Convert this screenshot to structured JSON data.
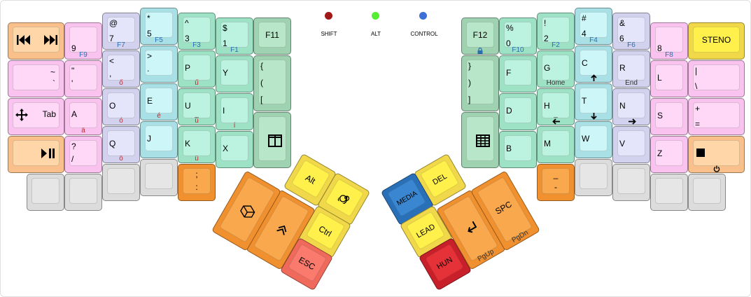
{
  "leds": [
    {
      "label": "SHIFT",
      "color": "#a01818"
    },
    {
      "label": "ALT",
      "color": "#55ee33"
    },
    {
      "label": "CONTROL",
      "color": "#3c6fd8"
    }
  ],
  "colors": {
    "orange": "#ffd6a8",
    "orange_dark": "#f9a84d",
    "pink": "#ffd8f8",
    "lavender": "#e4e4fa",
    "cyan": "#cdf6f8",
    "green": "#bcf3e0",
    "green_dark": "#b8e6c8",
    "grey": "#e6e6e6",
    "yellow": "#fff04c",
    "red": "#e53238",
    "salmon": "#fa7b6e",
    "blue": "#3a86d0",
    "thumb_orange": "#f9a84d"
  },
  "keys": {
    "l_media": {
      "icons": [
        "prev-track-icon",
        "next-track-icon"
      ]
    },
    "l_tilde": {
      "top": "~",
      "bottom": "`"
    },
    "l_tab": {
      "label": "Tab",
      "icon": "move-icon"
    },
    "l_play": {
      "icon": "play-pause-icon"
    },
    "l_9": {
      "main": "9",
      "sub": "F9"
    },
    "l_quote": {
      "top": "\"",
      "bottom": "'"
    },
    "l_a": {
      "main": "A",
      "sub": "ä"
    },
    "l_slash": {
      "top": "?",
      "bottom": "/"
    },
    "l_at": {
      "top": "@",
      "bottom": "7",
      "sub": "F7"
    },
    "l_lt": {
      "top": "<",
      "bottom": ",",
      "sub": "ő"
    },
    "l_o": {
      "main": "O",
      "sub": "ó"
    },
    "l_q": {
      "main": "Q",
      "sub": "ö"
    },
    "l_star": {
      "top": "*",
      "bottom": "5",
      "sub": "F5"
    },
    "l_gt": {
      "top": ">",
      "bottom": "."
    },
    "l_e": {
      "main": "E",
      "sub": "é"
    },
    "l_j": {
      "main": "J"
    },
    "l_caret": {
      "top": "^",
      "bottom": "3",
      "sub": "F3"
    },
    "l_p": {
      "main": "P",
      "sub": "ű"
    },
    "l_u": {
      "main": "U",
      "sub": "ú",
      "sub2": "_"
    },
    "l_k": {
      "main": "K",
      "sub": "ü"
    },
    "l_colon": {
      "top": ";",
      "bottom": ":"
    },
    "l_dollar": {
      "top": "$",
      "bottom": "1",
      "sub": "F1"
    },
    "l_y": {
      "main": "Y"
    },
    "l_i": {
      "main": "I",
      "sub": "í"
    },
    "l_x": {
      "main": "X"
    },
    "l_f11": {
      "main": "F11"
    },
    "l_brace": {
      "lines": [
        "{",
        "(",
        "["
      ]
    },
    "l_split": {
      "icon": "split-window-icon"
    },
    "r_f12": {
      "main": "F12",
      "icon": "lock-icon"
    },
    "r_brace": {
      "lines": [
        "}",
        ")",
        "]"
      ]
    },
    "r_grid": {
      "icon": "table-icon"
    },
    "r_pct": {
      "top": "%",
      "bottom": "0",
      "sub": "F10"
    },
    "r_f": {
      "main": "F"
    },
    "r_d": {
      "main": "D"
    },
    "r_b": {
      "main": "B"
    },
    "r_excl": {
      "top": "!",
      "bottom": "2",
      "sub": "F2"
    },
    "r_g": {
      "main": "G",
      "sub": "Home"
    },
    "r_h": {
      "main": "H",
      "sub": "_"
    },
    "r_m": {
      "main": "M"
    },
    "r_dash": {
      "top": "_",
      "bottom": "-"
    },
    "r_hash": {
      "top": "#",
      "bottom": "4",
      "sub": "F4"
    },
    "r_c": {
      "main": "C"
    },
    "r_t": {
      "main": "T"
    },
    "r_w": {
      "main": "W"
    },
    "r_amp": {
      "top": "&",
      "bottom": "6",
      "sub": "F6"
    },
    "r_r": {
      "main": "R",
      "sub": "End"
    },
    "r_n": {
      "main": "N"
    },
    "r_v": {
      "main": "V"
    },
    "r_8": {
      "main": "8",
      "sub": "F8"
    },
    "r_l": {
      "main": "L"
    },
    "r_s": {
      "main": "S"
    },
    "r_z": {
      "main": "Z"
    },
    "r_steno": {
      "main": "STENO"
    },
    "r_pipe": {
      "top": "|",
      "bottom": "\\"
    },
    "r_plus": {
      "top": "+",
      "bottom": "="
    },
    "r_stop": {
      "icon": "stop-icon",
      "icon2": "power-icon"
    }
  },
  "thumbs": {
    "alt": "Alt",
    "ctrl": "Ctrl",
    "esc": "ESC",
    "media": "MEDIA",
    "del": "DEL",
    "lead": "LEAD",
    "hun": "HUN",
    "spc": "SPC",
    "pgup": "PgUp",
    "pgdn": "PgDn"
  }
}
